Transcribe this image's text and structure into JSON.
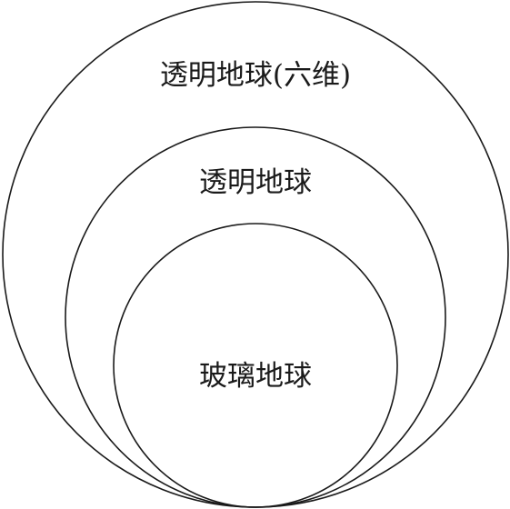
{
  "diagram": {
    "outer": {
      "label": "透明地球(六维)"
    },
    "middle": {
      "label": "透明地球"
    },
    "inner": {
      "label": "玻璃地球"
    },
    "line_color": "#1a1a1a"
  }
}
